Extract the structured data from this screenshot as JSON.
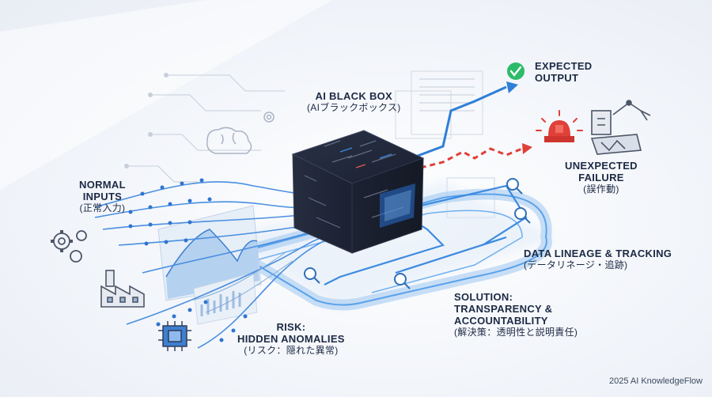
{
  "labels": {
    "black_box": {
      "title": "AI BLACK BOX",
      "subtitle": "(AIブラックボックス)"
    },
    "expected": {
      "line1": "EXPECTED",
      "line2": "OUTPUT"
    },
    "failure": {
      "line1": "UNEXPECTED",
      "line2": "FAILURE",
      "subtitle": "(誤作動)"
    },
    "inputs": {
      "line1": "NORMAL",
      "line2": "INPUTS",
      "subtitle": "(正常入力)"
    },
    "lineage": {
      "title": "DATA LINEAGE & TRACKING",
      "subtitle": "(データリネージ・追跡)"
    },
    "solution": {
      "line1": "SOLUTION:",
      "line2": "TRANSPARENCY &",
      "line3": "ACCOUNTABILITY",
      "subtitle": "(解決策：透明性と説明責任)"
    },
    "risk": {
      "line1": "RISK:",
      "line2": "HIDDEN ANOMALIES",
      "subtitle": "(リスク：隠れた異常)"
    }
  },
  "footer": "2025 AI KnowledgeFlow",
  "colors": {
    "accent_blue": "#2f7fd6",
    "alert_red": "#e0403a",
    "success_green": "#2dbb6a",
    "cube_dark": "#1e2536",
    "text_dark": "#1c2a44"
  },
  "icons": [
    "gear-icon",
    "factory-icon",
    "chip-icon",
    "brain-icon",
    "check-icon",
    "alarm-icon",
    "robot-arm-icon",
    "magnifier-icon"
  ]
}
